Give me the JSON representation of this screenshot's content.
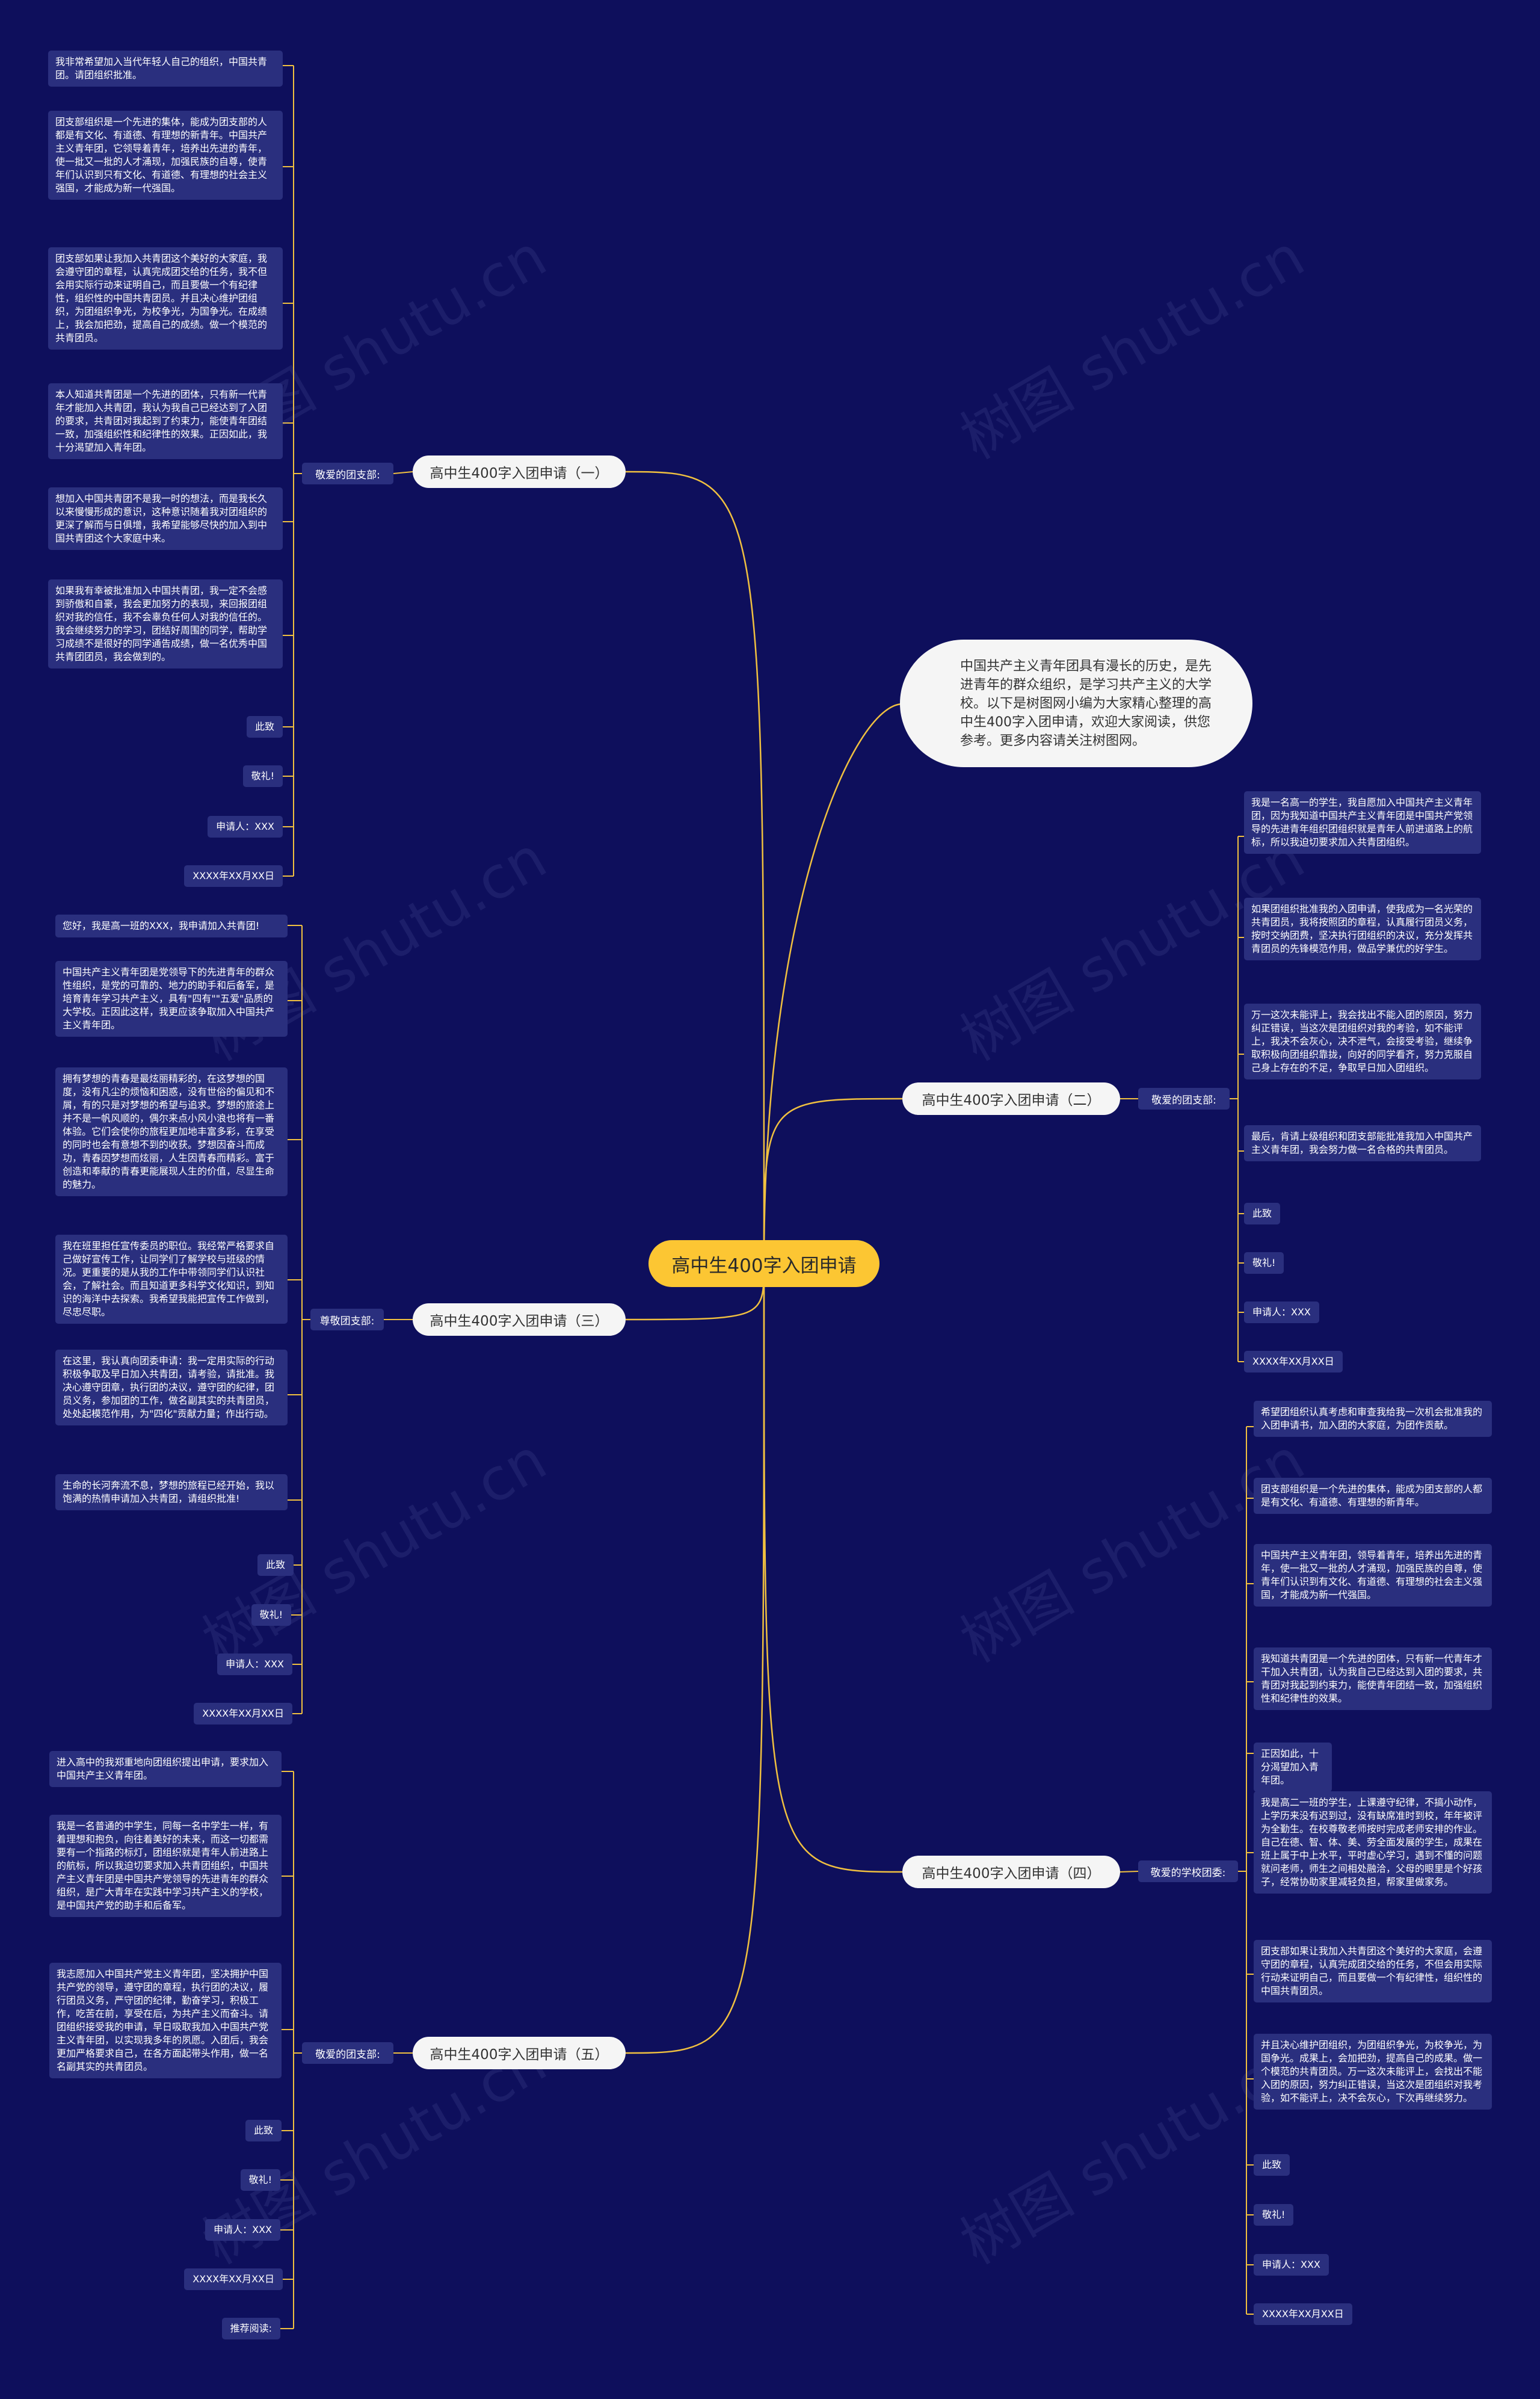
{
  "root": "高中生400字入团申请",
  "intro": "中国共产主义青年团具有漫长的历史，是先进青年的群众组织，是学习共产主义的大学校。以下是树图网小编为大家精心整理的高中生400字入团申请，欢迎大家阅读，供您参考。更多内容请关注树图网。",
  "watermark": "树图 shutu.cn",
  "branches": [
    {
      "title": "高中生400字入团申请（一）",
      "tag": "敬爱的团支部:",
      "leaves": [
        "我非常希望加入当代年轻人自己的组织，中国共青团。请团组织批准。",
        "团支部组织是一个先进的集体，能成为团支部的人都是有文化、有道德、有理想的新青年。中国共产主义青年团，它领导着青年，培养出先进的青年，使一批又一批的人才涌现，加强民族的自尊，使青年们认识到只有文化、有道德、有理想的社会主义强国，才能成为新一代强国。",
        "团支部如果让我加入共青团这个美好的大家庭，我会遵守团的章程，认真完成团交给的任务，我不但会用实际行动来证明自己，而且要做一个有纪律性，组织性的中国共青团员。并且决心维护团组织，为团组织争光，为校争光，为国争光。在成绩上，我会加把劲，提高自己的成绩。做一个模范的共青团员。",
        "本人知道共青团是一个先进的团体，只有新一代青年才能加入共青团，我认为我自己已经达到了入团的要求，共青团对我起到了约束力，能使青年团结一致，加强组织性和纪律性的效果。正因如此，我十分渴望加入青年团。",
        "想加入中国共青团不是我一时的想法，而是我长久以来慢慢形成的意识，这种意识随着我对团组织的更深了解而与日俱增，我希望能够尽快的加入到中国共青团这个大家庭中来。",
        "如果我有幸被批准加入中国共青团，我一定不会感到骄傲和自豪，我会更加努力的表现，来回报团组织对我的信任，我不会辜负任何人对我的信任的。我会继续努力的学习，团结好周围的同学，帮助学习成绩不是很好的同学通告成绩，做一名优秀中国共青团团员，我会做到的。",
        "此致",
        "敬礼!",
        "申请人：XXX",
        "XXXX年XX月XX日"
      ]
    },
    {
      "title": "高中生400字入团申请（二）",
      "tag": "敬爱的团支部:",
      "leaves": [
        "我是一名高一的学生，我自愿加入中国共产主义青年团，因为我知道中国共产主义青年团是中国共产党领导的先进青年组织团组织就是青年人前进道路上的航标，所以我迫切要求加入共青团组织。",
        "如果团组织批准我的入团申请，使我成为一名光荣的共青团员，我将按照团的章程，认真履行团员义务，按时交纳团费，坚决执行团组织的决议，充分发挥共青团员的先锋模范作用，做品学兼优的好学生。",
        "万一这次未能评上，我会找出不能入团的原因，努力纠正错误，当这次是团组织对我的考验，如不能评上，我决不会灰心，决不泄气，会接受考验，继续争取积极向团组织靠拢，向好的同学看齐，努力克服自己身上存在的不足，争取早日加入团组织。",
        "最后，肯请上级组织和团支部能批准我加入中国共产主义青年团，我会努力做一名合格的共青团员。",
        "此致",
        "敬礼!",
        "申请人：XXX",
        "XXXX年XX月XX日"
      ]
    },
    {
      "title": "高中生400字入团申请（三）",
      "tag": "尊敬团支部:",
      "leaves": [
        "您好，我是高一班的XXX，我申请加入共青团!",
        "中国共产主义青年团是党领导下的先进青年的群众性组织，是党的可靠的、地力的助手和后备军，是培育青年学习共产主义，具有\"四有\"\"五爱\"品质的大学校。正因此这样，我更应该争取加入中国共产主义青年团。",
        "拥有梦想的青春是最炫丽精彩的，在这梦想的国度，没有凡尘的烦恼和困惑，没有世俗的偏见和不屑，有的只是对梦想的希望与追求。梦想的旅途上并不是一帆风顺的，偶尔来点小风小浪也将有一番体验。它们会使你的旅程更加地丰富多彩，在享受的同时也会有意想不到的收获。梦想因奋斗而成功，青春因梦想而炫丽，人生因青春而精彩。富于创造和奉献的青春更能展现人生的价值，尽显生命的魅力。",
        "我在班里担任宣传委员的职位。我经常严格要求自己做好宣传工作，让同学们了解学校与班级的情况。更重要的是从我的工作中带领同学们认识社会，了解社会。而且知道更多科学文化知识，到知识的海洋中去探索。我希望我能把宣传工作做到，尽忠尽职。",
        "在这里，我认真向团委申请：我一定用实际的行动积极争取及早日加入共青团，请考验，请批准。我决心遵守团章，执行团的决议，遵守团的纪律，团员义务，参加团的工作，做名副其实的共青团员，处处起模范作用，为\"四化\"贡献力量；作出行动。",
        "生命的长河奔流不息，梦想的旅程已经开始，我以饱满的热情申请加入共青团，请组织批准!",
        "此致",
        "敬礼!",
        "申请人：XXX",
        "XXXX年XX月XX日"
      ]
    },
    {
      "title": "高中生400字入团申请（四）",
      "tag": "敬爱的学校团委:",
      "leaves": [
        "希望团组织认真考虑和审查我给我一次机会批准我的入团申请书，加入团的大家庭，为团作贡献。",
        "团支部组织是一个先进的集体，能成为团支部的人都是有文化、有道德、有理想的新青年。",
        "中国共产主义青年团，领导着青年，培养出先进的青年，使一批又一批的人才涌现，加强民族的自尊，使青年们认识到有文化、有道德、有理想的社会主义强国，才能成为新一代强国。",
        "我知道共青团是一个先进的团体，只有新一代青年才干加入共青团，认为我自己已经达到入团的要求，共青团对我起到约束力，能使青年团结一致，加强组织性和纪律性的效果。",
        "正因如此，十分渴望加入青年团。",
        "我是高二一班的学生，上课遵守纪律，不搞小动作，上学历来没有迟到过，没有缺席准时到校，年年被评为全勤生。在校尊敬老师按时完成老师安排的作业。自己在德、智、体、美、劳全面发展的学生，成果在班上属于中上水平，平时虚心学习，遇到不懂的问题就问老师，师生之间相处融洽，父母的眼里是个好孩子，经常协助家里减轻负担，帮家里做家务。",
        "团支部如果让我加入共青团这个美好的大家庭，会遵守团的章程，认真完成团交给的任务，不但会用实际行动来证明自己，而且要做一个有纪律性，组织性的中国共青团员。",
        "并且决心维护团组织，为团组织争光，为校争光，为国争光。成果上，会加把劲，提高自己的成果。做一个模范的共青团员。万一这次未能评上，会找出不能入团的原因，努力纠正错误，当这次是团组织对我考验，如不能评上，决不会灰心，下次再继续努力。",
        "此致",
        "敬礼!",
        "申请人：XXX",
        "XXXX年XX月XX日"
      ]
    },
    {
      "title": "高中生400字入团申请（五）",
      "tag": "敬爱的团支部:",
      "leaves": [
        "进入高中的我郑重地向团组织提出申请，要求加入中国共产主义青年团。",
        "我是一名普通的中学生，同每一名中学生一样，有着理想和抱负，向往着美好的未来，而这一切都需要有一个指路的标灯，团组织就是青年人前进路上的航标，所以我迫切要求加入共青团组织，中国共产主义青年团是中国共产党领导的先进青年的群众组织，是广大青年在实践中学习共产主义的学校，是中国共产党的助手和后备军。",
        "我志愿加入中国共产党主义青年团，坚决拥护中国共产党的领导，遵守团的章程，执行团的决议，履行团员义务，严守团的纪律，勤奋学习，积极工作，吃苦在前，享受在后，为共产主义而奋斗。请团组织接受我的申请，早日吸取我加入中国共产党主义青年团，以实现我多年的夙愿。入团后，我会更加严格要求自己，在各方面起带头作用，做一名名副其实的共青团员。",
        "此致",
        "敬礼!",
        "申请人：XXX",
        "XXXX年XX月XX日",
        "推荐阅读:"
      ]
    }
  ]
}
